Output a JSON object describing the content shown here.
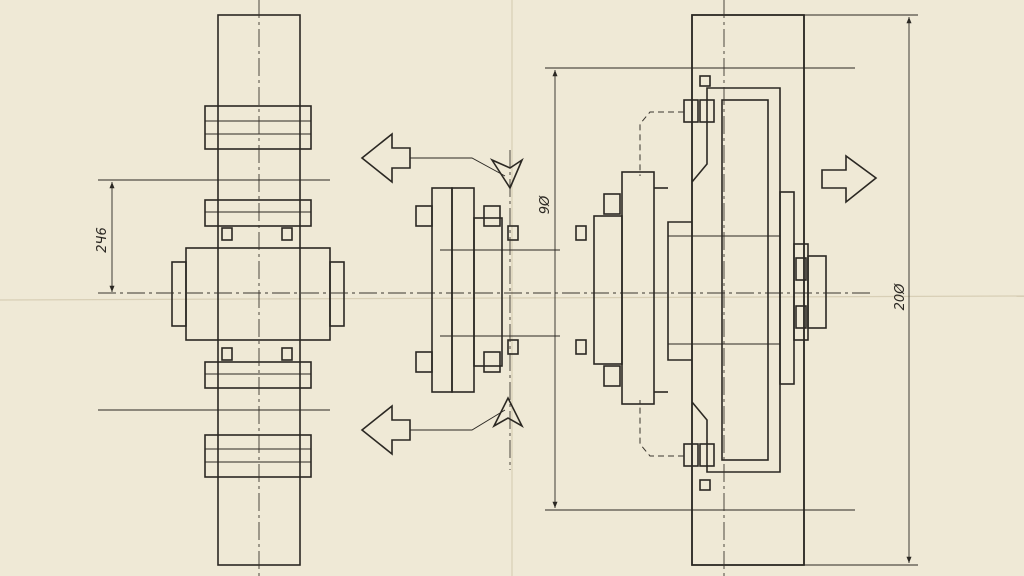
{
  "drawing": {
    "dimensions": {
      "left_height": "2Ч6",
      "center_height": "9Ø",
      "right_height": "20Ø"
    }
  }
}
